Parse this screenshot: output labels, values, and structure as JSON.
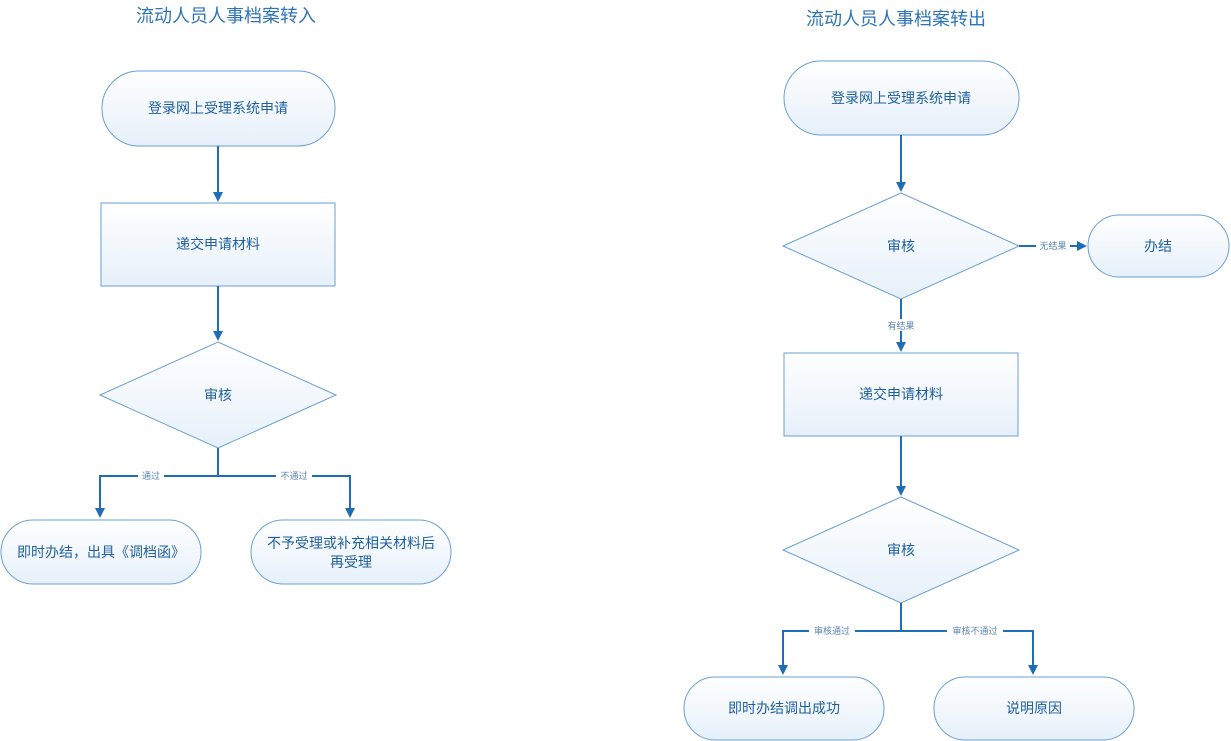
{
  "left_flow": {
    "title": "流动人员人事档案转入",
    "start": "登录网上受理系统申请",
    "submit": "递交申请材料",
    "review": "审核",
    "label_pass": "通过",
    "label_fail": "不通过",
    "end_pass": "即时办结，出具《调档函》",
    "end_fail_line1": "不予受理或补充相关材料后",
    "end_fail_line2": "再受理"
  },
  "right_flow": {
    "title": "流动人员人事档案转出",
    "start": "登录网上受理系统申请",
    "review1": "审核",
    "label_no_result": "无结果",
    "done": "办结",
    "label_has_result": "有结果",
    "submit": "递交申请材料",
    "review2": "审核",
    "label_pass": "审核通过",
    "label_fail": "审核不通过",
    "end_pass": "即时办结调出成功",
    "end_fail": "说明原因"
  },
  "colors": {
    "title": "#2e74b5",
    "edge": "#1f6db5",
    "shape_stroke": "#6b9fd1",
    "node_text": "#1f5f9e"
  }
}
